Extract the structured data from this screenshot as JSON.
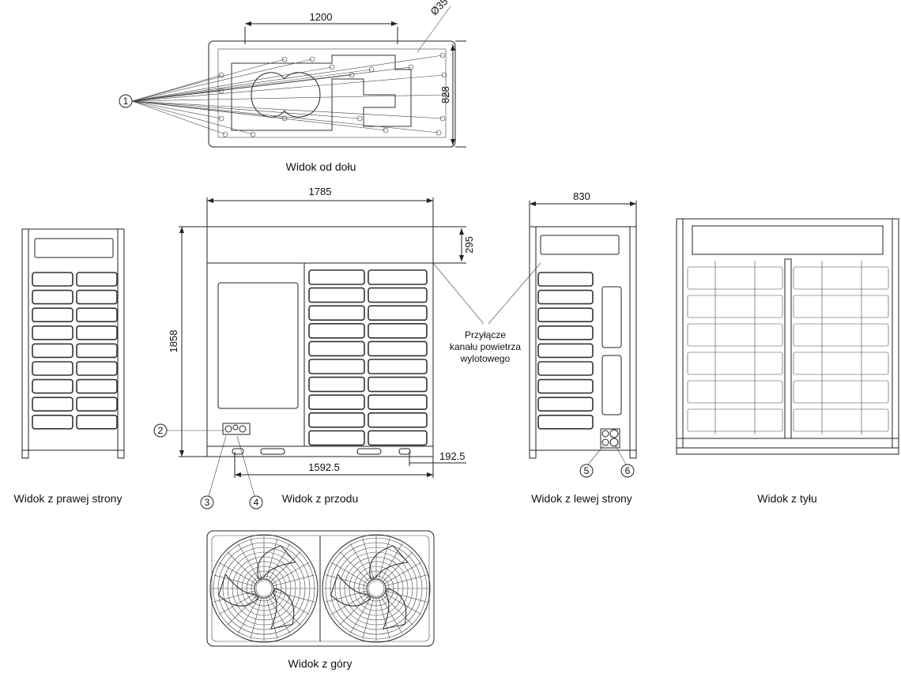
{
  "views": {
    "bottom": "Widok od dołu",
    "right": "Widok z prawej strony",
    "front": "Widok z przodu",
    "left": "Widok z lewej strony",
    "back": "Widok z tyłu",
    "top": "Widok z góry"
  },
  "dimensions": {
    "bottom_width": "1200",
    "bottom_depth": "828",
    "hole_diameter": "Ø35",
    "front_width": "1785",
    "front_height": "1858",
    "top_section": "295",
    "front_base": "1592.5",
    "front_offset": "192.5",
    "side_width": "830"
  },
  "annotation": {
    "line1": "Przyłącze",
    "line2": "kanału powietrza",
    "line3": "wylotowego"
  },
  "callouts": [
    "1",
    "2",
    "3",
    "4",
    "5",
    "6"
  ]
}
